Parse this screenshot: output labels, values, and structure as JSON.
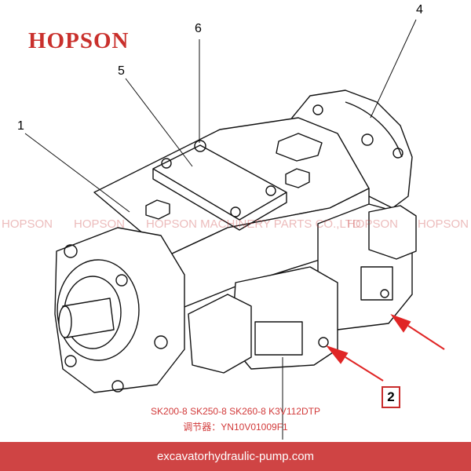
{
  "brand": {
    "logo_text": "HOPSON",
    "accent_color": "#c9302c"
  },
  "watermark": {
    "items": [
      "HOPSON",
      "HOPSON",
      "HOPSON MACHINERY PARTS CO.,LTD",
      "HOPSON",
      "HOPSON"
    ]
  },
  "callouts": {
    "c1": "1",
    "c2": "2",
    "c4": "4",
    "c5": "5",
    "c6": "6"
  },
  "caption": {
    "models": "SK200-8 SK250-8 SK260-8 K3V112DTP",
    "regulator": "调节器：YN10V01009F1"
  },
  "footer": {
    "site": "excavatorhydraulic-pump.com",
    "bg_color": "#cf4444"
  }
}
